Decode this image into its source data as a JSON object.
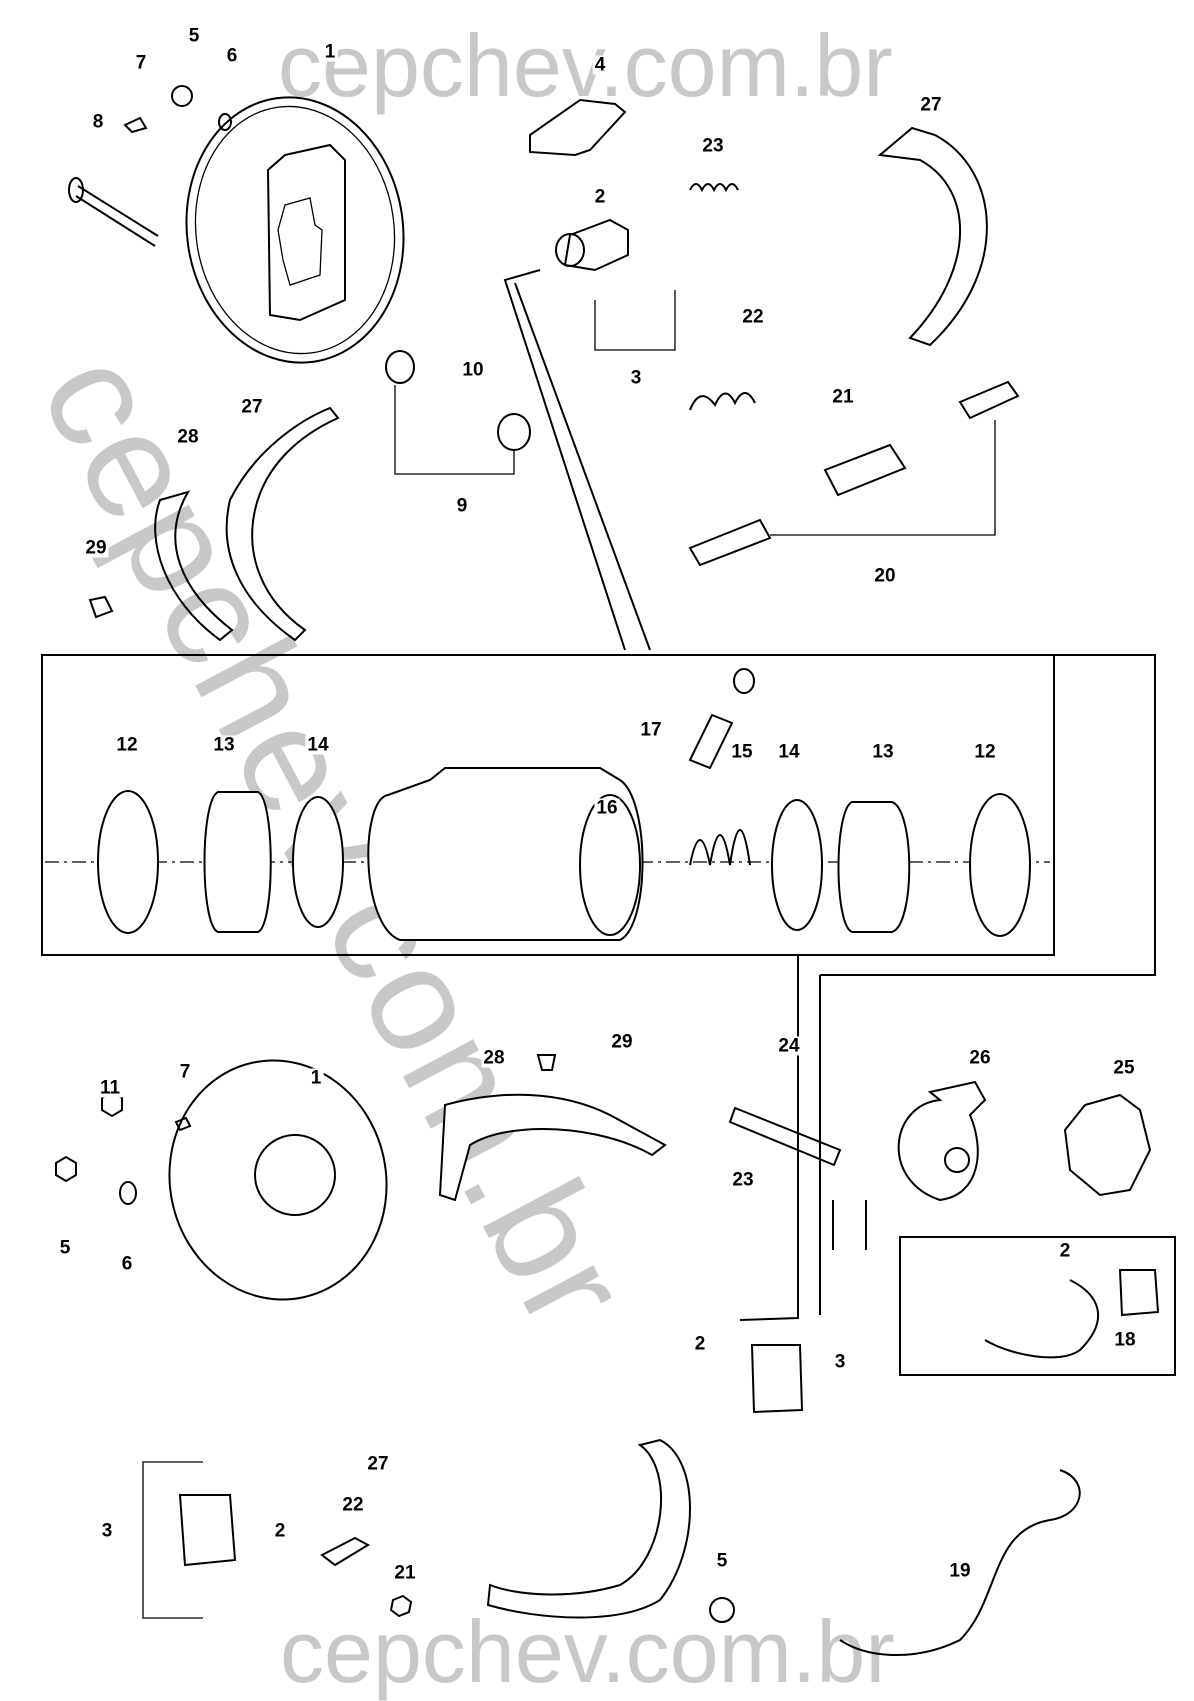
{
  "watermark": {
    "text_top": "cepchev.com.br",
    "text_bottom": "cepchev.com.br",
    "text_diagonal": "cepchev.com.br",
    "color": "#c8c8c8"
  },
  "diagram": {
    "title": "Rear drum brake assembly – exploded view",
    "line_color": "#000000",
    "callouts": {
      "top_section": [
        {
          "label": "1",
          "part": "backing-plate"
        },
        {
          "label": "2",
          "part": "wheel-cylinder"
        },
        {
          "label": "3",
          "part": "wheel-cylinder-pushrods"
        },
        {
          "label": "4",
          "part": "anchor-plate"
        },
        {
          "label": "5",
          "part": "bolt"
        },
        {
          "label": "6",
          "part": "washer"
        },
        {
          "label": "7",
          "part": "clip"
        },
        {
          "label": "8",
          "part": "hold-down-pin"
        },
        {
          "label": "9",
          "part": "hold-down-spring-assembly"
        },
        {
          "label": "10",
          "part": "hold-down-spring"
        },
        {
          "label": "20",
          "part": "adjuster-assembly"
        },
        {
          "label": "21",
          "part": "adjuster-screw"
        },
        {
          "label": "22",
          "part": "return-spring"
        },
        {
          "label": "23",
          "part": "return-spring-upper"
        },
        {
          "label": "27",
          "part": "brake-shoe"
        },
        {
          "label": "27",
          "part": "brake-shoe-left"
        },
        {
          "label": "28",
          "part": "brake-lining"
        },
        {
          "label": "29",
          "part": "rivet"
        }
      ],
      "cylinder_section": [
        {
          "label": "12",
          "part": "dust-boot-left"
        },
        {
          "label": "13",
          "part": "piston-left"
        },
        {
          "label": "14",
          "part": "cup-left"
        },
        {
          "label": "17",
          "part": "bleeder-cap"
        },
        {
          "label": "16",
          "part": "bleeder-screw"
        },
        {
          "label": "15",
          "part": "spring"
        },
        {
          "label": "14",
          "part": "cup-right"
        },
        {
          "label": "13",
          "part": "piston-right"
        },
        {
          "label": "12",
          "part": "dust-boot-right"
        }
      ],
      "bottom_section": [
        {
          "label": "29",
          "part": "rivet"
        },
        {
          "label": "28",
          "part": "brake-lining"
        },
        {
          "label": "24",
          "part": "pin"
        },
        {
          "label": "23",
          "part": "spring"
        },
        {
          "label": "11",
          "part": "nut"
        },
        {
          "label": "7",
          "part": "clip"
        },
        {
          "label": "1",
          "part": "backing-plate"
        },
        {
          "label": "5",
          "part": "bolt"
        },
        {
          "label": "6",
          "part": "washer"
        },
        {
          "label": "27",
          "part": "brake-shoe"
        },
        {
          "label": "3",
          "part": "pushrods-left"
        },
        {
          "label": "2",
          "part": "wheel-cylinder-left"
        },
        {
          "label": "22",
          "part": "lever"
        },
        {
          "label": "21",
          "part": "bolt-small"
        },
        {
          "label": "2",
          "part": "wheel-cylinder-center"
        },
        {
          "label": "3",
          "part": "pushrods-center"
        },
        {
          "label": "5",
          "part": "bolt-bottom"
        },
        {
          "label": "19",
          "part": "brake-line"
        }
      ],
      "side_section": [
        {
          "label": "26",
          "part": "shim-plate"
        },
        {
          "label": "25",
          "part": "block"
        },
        {
          "label": "2",
          "part": "wheel-cylinder-inset"
        },
        {
          "label": "18",
          "part": "brake-hose"
        }
      ]
    }
  }
}
